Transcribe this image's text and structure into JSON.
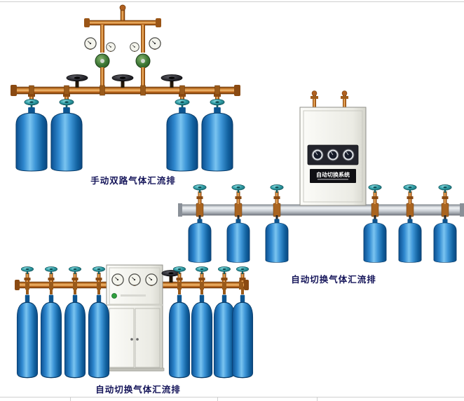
{
  "page": {
    "background_color": "#ffffff",
    "border_line_color": "#cfcfcf"
  },
  "figures": {
    "manual_dual": {
      "caption": "手动双路气体汇流排",
      "cylinder_count": 4
    },
    "auto_wall": {
      "caption": "自动切换气体汇流排",
      "cabinet_label": "自动切换系统",
      "cylinder_count": 6
    },
    "auto_floor": {
      "caption": "自动切换气体汇流排",
      "cylinder_count": 8
    }
  },
  "colors": {
    "cylinder_blue": "#2f88cf",
    "brass_pipe": "#d98c3a",
    "teal_valve": "#2a9aa2",
    "black_handwheel": "#1a1a1a",
    "caption_text": "#15155a",
    "cabinet_body": "#f0f0ea",
    "rail_silver": "#c6cbd1"
  }
}
